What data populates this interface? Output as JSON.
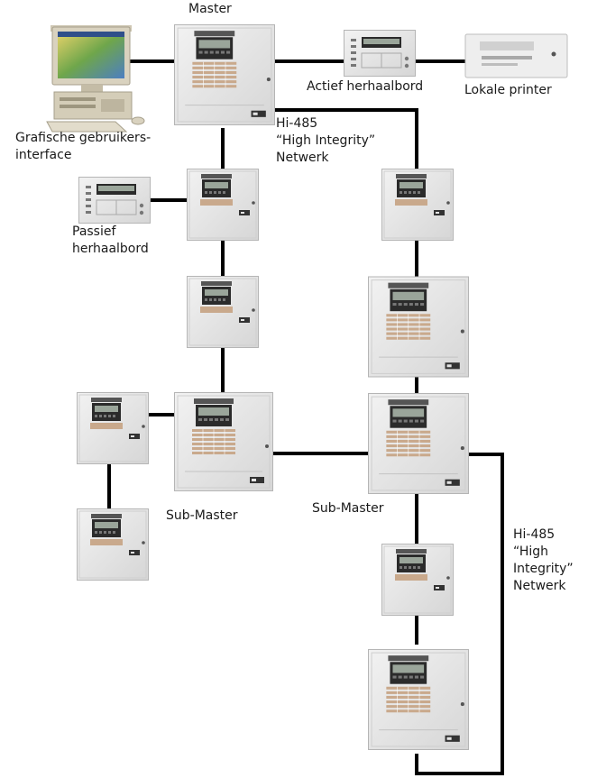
{
  "labels": {
    "master": "Master",
    "gui_line1": "Grafische gebruikers-",
    "gui_line2": "interface",
    "actief": "Actief herhaalbord",
    "printer": "Lokale printer",
    "net1_line1": "Hi-485",
    "net1_line2": "“High Integrity”",
    "net1_line3": "Netwerk",
    "passief_line1": "Passief",
    "passief_line2": "herhaalbord",
    "submaster_left": "Sub-Master",
    "submaster_right": "Sub-Master",
    "net2_line1": "Hi-485",
    "net2_line2": "“High",
    "net2_line3": "Integrity”",
    "net2_line4": "Netwerk"
  },
  "colors": {
    "cable": "#000000",
    "panel_body": "#e4e4e4",
    "panel_edge": "#b5b5b5",
    "display": "#2b2b2b",
    "keys": "#c9a98c",
    "badge": "#333333"
  }
}
